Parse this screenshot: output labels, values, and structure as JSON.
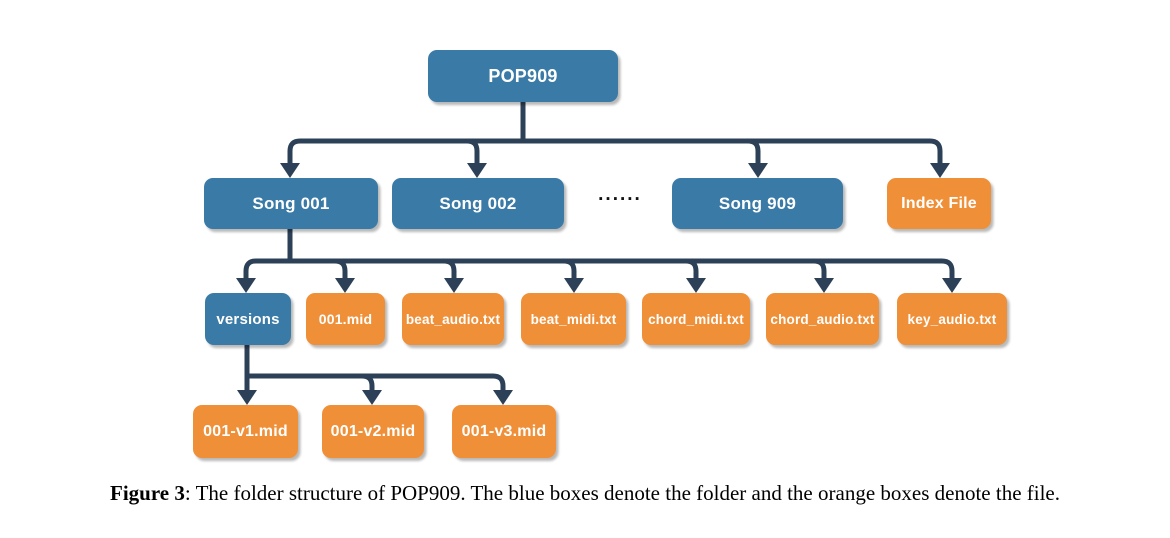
{
  "colors": {
    "folder_blue": "#3a7aa6",
    "file_orange": "#ef9039",
    "connector_navy": "#2c4057"
  },
  "tree": {
    "root": {
      "label": "POP909",
      "type": "folder"
    },
    "level2": [
      {
        "label": "Song 001",
        "type": "folder"
      },
      {
        "label": "Song 002",
        "type": "folder"
      },
      {
        "label": "Song 909",
        "type": "folder"
      },
      {
        "label": "Index File",
        "type": "file"
      }
    ],
    "ellipsis": "......",
    "song001_children": [
      {
        "label": "versions",
        "type": "folder"
      },
      {
        "label": "001.mid",
        "type": "file"
      },
      {
        "label": "beat_audio.txt",
        "type": "file"
      },
      {
        "label": "beat_midi.txt",
        "type": "file"
      },
      {
        "label": "chord_midi.txt",
        "type": "file"
      },
      {
        "label": "chord_audio.txt",
        "type": "file"
      },
      {
        "label": "key_audio.txt",
        "type": "file"
      }
    ],
    "versions_children": [
      {
        "label": "001-v1.mid",
        "type": "file"
      },
      {
        "label": "001-v2.mid",
        "type": "file"
      },
      {
        "label": "001-v3.mid",
        "type": "file"
      }
    ]
  },
  "caption": {
    "label": "Figure 3",
    "text": ": The folder structure of POP909. The blue boxes denote the folder and the orange boxes denote the file."
  }
}
